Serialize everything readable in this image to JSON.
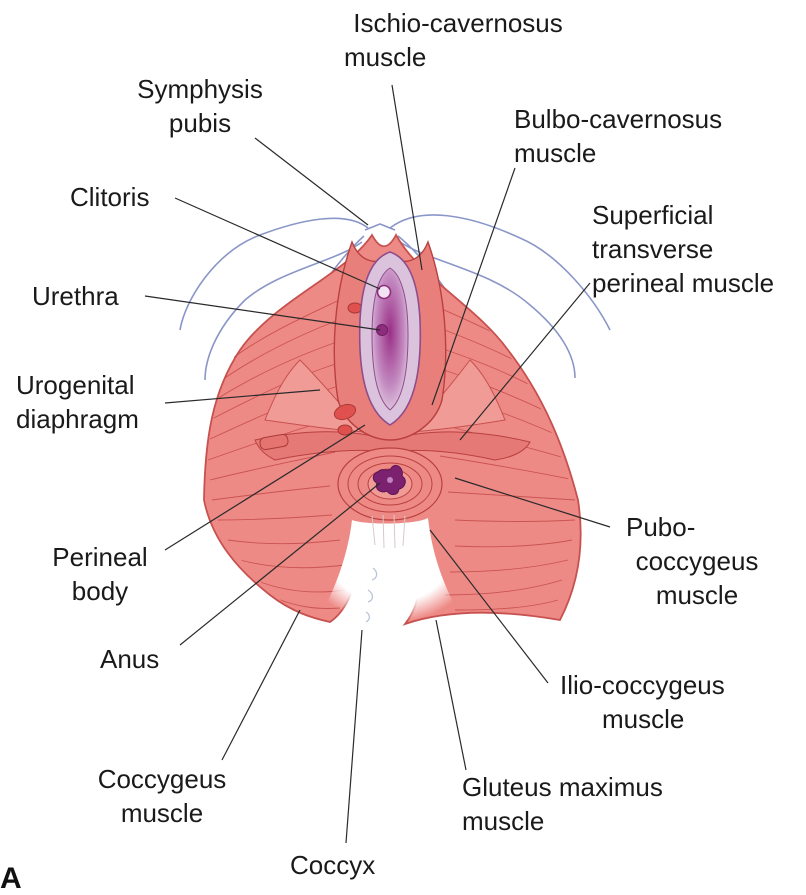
{
  "figure": {
    "panel_letter": "A",
    "colors": {
      "muscle": "#ee8a86",
      "muscle_dark": "#d6605e",
      "fiber": "#b9403f",
      "vestibule": "#c9a0c6",
      "vaginal_opening": "#8e2d7e",
      "anus": "#7b2170",
      "skin_outline": "#8a96c8",
      "leader_line": "#2a2a2a"
    }
  },
  "labels": {
    "ischio_cavernosus": [
      "Ischio-cavernosus",
      "muscle"
    ],
    "symphysis_pubis": [
      "Symphysis",
      "pubis"
    ],
    "bulbo_cavernosus": [
      "Bulbo-cavernosus",
      "muscle"
    ],
    "clitoris": [
      "Clitoris"
    ],
    "superficial_transverse": [
      "Superficial",
      "transverse",
      "perineal muscle"
    ],
    "urethra": [
      "Urethra"
    ],
    "urogenital_diaphragm": [
      "Urogenital",
      "diaphragm"
    ],
    "perineal_body": [
      "Perineal",
      "body"
    ],
    "pubo_coccygeus": [
      "Pubo-",
      "coccygeus",
      "muscle"
    ],
    "anus": [
      "Anus"
    ],
    "ilio_coccygeus": [
      "Ilio-coccygeus",
      "muscle"
    ],
    "coccygeus": [
      "Coccygeus",
      "muscle"
    ],
    "gluteus_maximus": [
      "Gluteus maximus",
      "muscle"
    ],
    "coccyx": [
      "Coccyx"
    ]
  }
}
